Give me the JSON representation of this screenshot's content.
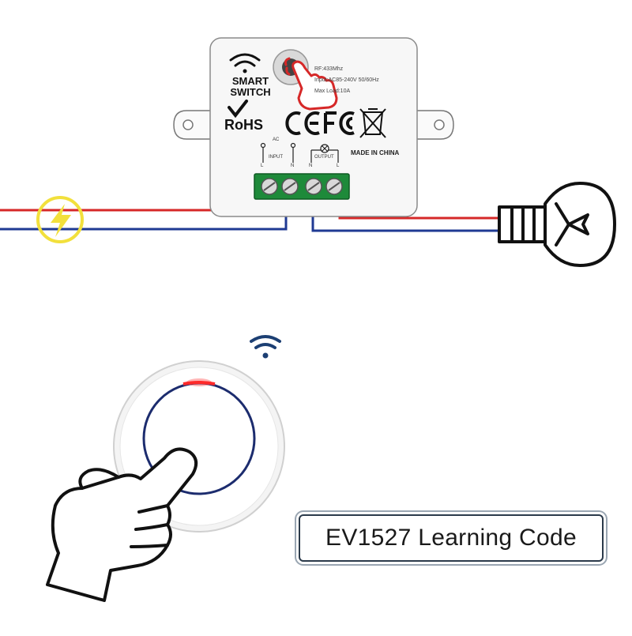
{
  "module": {
    "brand_line1": "SMART",
    "brand_line2": "SWITCH",
    "rohs": "RoHS",
    "spec_line1": "RF:433Mhz",
    "spec_line2": "Input:AC85-240V 50/60Hz",
    "spec_line3": "Max Load:10A",
    "made_in": "MADE IN CHINA",
    "input_label": "INPUT",
    "output_label": "OUTPUT",
    "ac_label": "AC",
    "terminal_l": "L",
    "terminal_n": "N"
  },
  "remote": {
    "caption": "EV1527 Learning Code"
  },
  "colors": {
    "live_wire": "#d62828",
    "neutral_wire": "#1f3a93",
    "terminal_green": "#1e8a3a",
    "lightning_yellow": "#f2e03c",
    "button_ring": "#1c2c6e",
    "led_red": "#ff2a2a",
    "wifi_blue": "#1c3f73"
  }
}
